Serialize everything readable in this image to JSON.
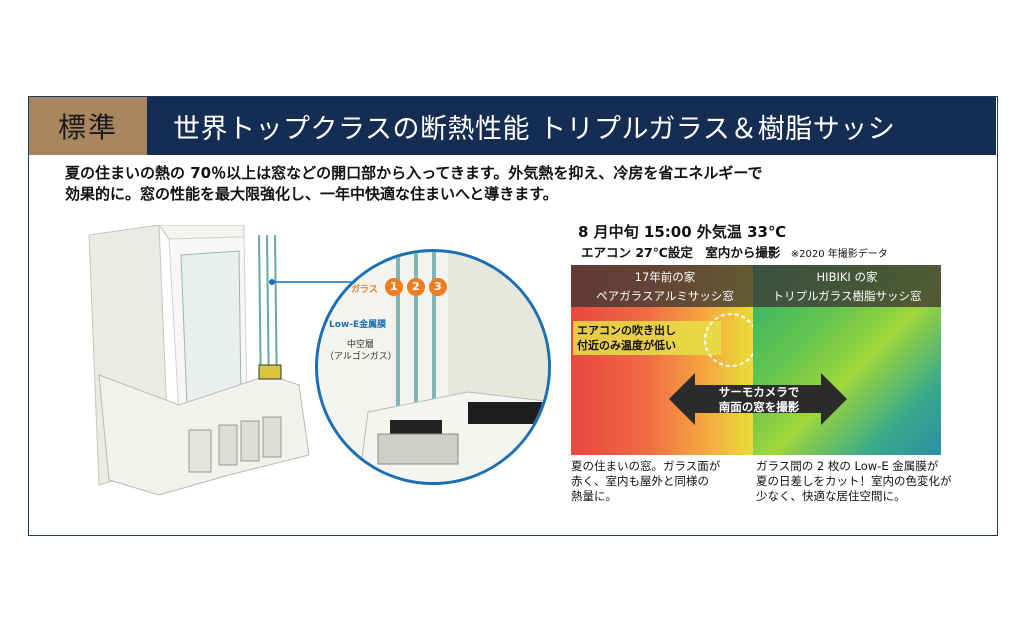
{
  "header": {
    "badge": "標準",
    "title": "世界トップクラスの断熱性能 トリプルガラス＆樹脂サッシ"
  },
  "intro": {
    "line1": "夏の住まいの熱の 70％以上は窓などの開口部から入ってきます。外気熱を抑え、冷房を省エネルギーで",
    "line2": "効果的に。窓の性能を最大限強化し、一年中快適な住まいへと導きます。"
  },
  "diagram": {
    "glass_label": "ガラス",
    "glass_numbers": [
      "1",
      "2",
      "3"
    ],
    "lowe_label": "Low-E金属膜",
    "air_label_1": "中空層",
    "air_label_2": "（アルゴンガス）"
  },
  "thermo": {
    "title": "8 月中旬 15:00 外気温 33℃",
    "subtitle": "エアコン 27℃設定　室内から撮影",
    "note": "※2020 年撮影データ",
    "left": {
      "label_line1": "17年前の家",
      "label_line2": "ペアガラスアルミサッシ窓",
      "callout_line1": "エアコンの吹き出し",
      "callout_line2": "付近のみ温度が低い",
      "caption_line1": "夏の住まいの窓。ガラス面が",
      "caption_line2": "赤く、室内も屋外と同様の",
      "caption_line3": "熱量に。"
    },
    "right": {
      "label_line1": "HIBIKI の家",
      "label_line2": "トリプルガラス樹脂サッシ窓",
      "caption_line1": "ガラス間の 2 枚の Low-E 金属膜が",
      "caption_line2": "夏の日差しをカット！室内の色変化が",
      "caption_line3": "少なく、快適な居住空間に。"
    },
    "arrow_line1": "サーモカメラで",
    "arrow_line2": "南面の窓を撮影"
  },
  "colors": {
    "navy": "#152d52",
    "gold": "#a8865f",
    "blue_accent": "#1b6fb5",
    "orange_number": "#ee7d22"
  }
}
